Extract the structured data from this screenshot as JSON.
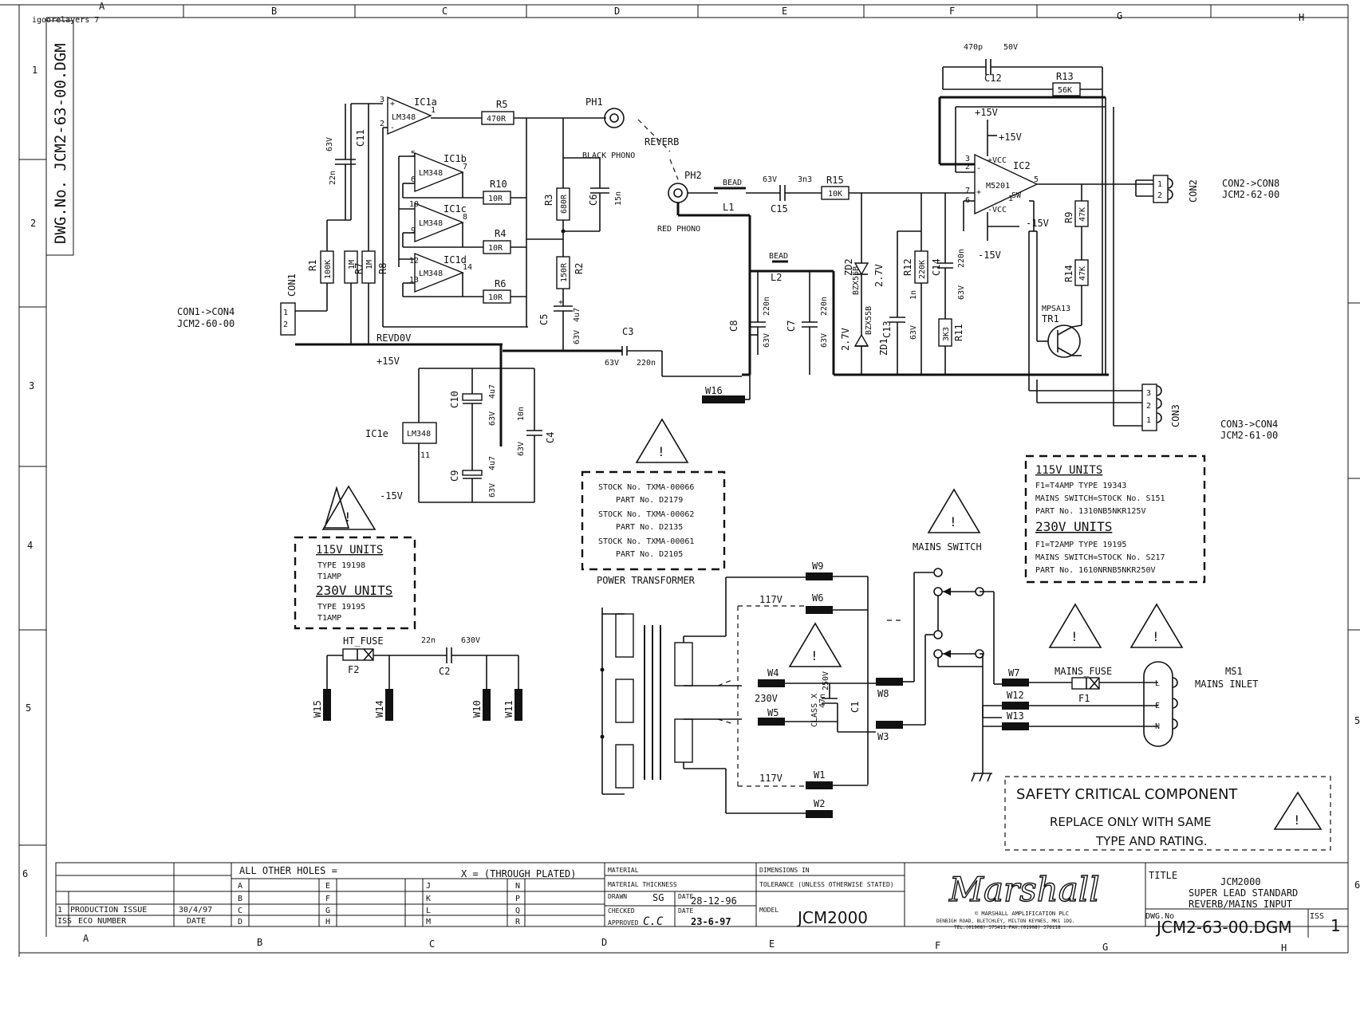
{
  "sheet": {
    "filename_corner": "igoorelayers 7",
    "dwg_no_vertical": "DWG.No. JCM2-63-00.DGM",
    "columns": [
      "A",
      "B",
      "C",
      "D",
      "E",
      "F",
      "G",
      "H"
    ],
    "rows": [
      "1",
      "2",
      "3",
      "4",
      "5",
      "6"
    ]
  },
  "components": {
    "ic1a": "IC1a",
    "ic1b": "IC1b",
    "ic1c": "IC1c",
    "ic1d": "IC1d",
    "ic1e": "IC1e",
    "opamp": "LM348",
    "ic2": "IC2",
    "ic2_part": "M5201",
    "r1": "R1",
    "r1v": "100K",
    "r7": "R7",
    "r7v": "1M",
    "r8": "R8",
    "r8v": "1M",
    "r1m": "1M",
    "r5": "R5",
    "r5v": "470R",
    "r10": "R10",
    "r10v": "10R",
    "r4": "R4",
    "r4v": "10R",
    "r6": "R6",
    "r6v": "10R",
    "r3": "R3",
    "r3v": "680R",
    "r2": "R2",
    "r2v": "150R",
    "r15": "R15",
    "r15v": "10K",
    "r12": "R12",
    "r12v": "220K",
    "r11": "R11",
    "r11v": "3K3",
    "r13": "R13",
    "r13v": "56K",
    "r9": "R9",
    "r9v": "47K",
    "r14": "R14",
    "r14v": "47K",
    "c11": "C11",
    "c11v": "22n",
    "c11r": "63V",
    "c6": "C6",
    "c6v": "15n",
    "c5": "C5",
    "c5v": "4u7",
    "c5r": "63V",
    "c3": "C3",
    "c3r": "63V",
    "c3v": "220n",
    "c15": "C15",
    "c15r": "63V",
    "c15v": "3n3",
    "c8": "C8",
    "c8v": "220n",
    "c8r": "63V",
    "c7": "C7",
    "c7v": "220n",
    "c7r": "63V",
    "c13": "C13",
    "c13v": "1n",
    "c13r": "63V",
    "c14": "C14",
    "c14v": "220n",
    "c14r": "63V",
    "c12": "C12",
    "c12v": "470p",
    "c12r": "50V",
    "c10": "C10",
    "c10v": "4u7",
    "c10r": "63V",
    "c9": "C9",
    "c9v": "4u7",
    "c9r": "63V",
    "c4": "C4",
    "c4v": "10n",
    "c4r": "63V",
    "c2": "C2",
    "c2v": "22n",
    "c2r": "630V",
    "c1": "C1",
    "c1v": "47n",
    "c1r": "250V",
    "c1class": "CLASS X",
    "zd1": "ZD1",
    "zd2": "ZD2",
    "zdtype": "BZX55B",
    "zdv": "2.7V",
    "l1": "L1",
    "l2": "L2",
    "bead": "BEAD",
    "tr1": "TR1",
    "tr1_part": "MPSA13",
    "ph1": "PH1",
    "ph2": "PH2",
    "reverb": "REVERB",
    "black_phono": "BLACK PHONO",
    "red_phono": "RED PHONO",
    "con1": "CON1",
    "con2": "CON2",
    "con3": "CON3",
    "con1_ref": "CON1->CON4",
    "con1_dwg": "JCM2-60-00",
    "con2_ref": "CON2->CON8",
    "con2_dwg": "JCM2-62-00",
    "con3_ref": "CON3->CON4",
    "con3_dwg": "JCM2-61-00",
    "revdov": "REVD0V",
    "p15": "+15V",
    "m15": "-15V",
    "vcc_p": "+VCC",
    "vcc_m": "-VCC",
    "sw": "SW",
    "w16": "W16",
    "w15": "W15",
    "w14": "W14",
    "w10": "W10",
    "w11": "W11",
    "w9": "W9",
    "w6": "W6",
    "w4": "W4",
    "w5": "W5",
    "w1": "W1",
    "w2": "W2",
    "w8": "W8",
    "w3": "W3",
    "w7": "W7",
    "w12": "W12",
    "w13": "W13",
    "v117a": "117V",
    "v117b": "117V",
    "v230": "230V",
    "ht_fuse": "HT_FUSE",
    "f2": "F2",
    "mains_fuse": "MAINS_FUSE",
    "f1": "F1",
    "ms1": "MS1",
    "mains_inlet": "MAINS INLET",
    "mains_switch": "MAINS SWITCH",
    "power_transformer": "POWER TRANSFORMER",
    "pin_l": "L",
    "pin_e": "E",
    "pin_n": "N"
  },
  "notes": {
    "ht_box": {
      "h115": "115V UNITS",
      "type115": "TYPE 19198",
      "amp115": "T1AMP",
      "h230": "230V UNITS",
      "type230": "TYPE 19195",
      "amp230": "T1AMP"
    },
    "stock_box": {
      "s1": "STOCK No. TXMA-00066",
      "p1": "PART No. D2179",
      "s2": "STOCK No. TXMA-00062",
      "p2": "PART No. D2135",
      "s3": "STOCK No. TXMA-00061",
      "p3": "PART No. D2105"
    },
    "mains_box": {
      "h115": "115V UNITS",
      "f115": "F1=T4AMP     TYPE 19343",
      "sw115": "MAINS SWITCH=STOCK No. S151",
      "pn115": "PART No. 1310NB5NKR125V",
      "h230": "230V UNITS",
      "f230": "F1=T2AMP     TYPE 19195",
      "sw230": "MAINS SWITCH=STOCK No. S217",
      "pn230": "PART No. 1610NRNB5NKR250V"
    },
    "safety": {
      "title": "SAFETY CRITICAL COMPONENT",
      "l1": "REPLACE ONLY WITH SAME",
      "l2": "TYPE AND RATING."
    },
    "warning": "!"
  },
  "title_block": {
    "holes": "ALL OTHER HOLES =",
    "through": "X = (THROUGH PLATED)",
    "letters_1": [
      "A",
      "B",
      "C",
      "D"
    ],
    "letters_2": [
      "E",
      "F",
      "G",
      "H"
    ],
    "letters_3": [
      "J",
      "K",
      "L",
      "M"
    ],
    "letters_4": [
      "N",
      "P",
      "Q",
      "R"
    ],
    "iss_num": "1",
    "prod_issue": "PRODUCTION ISSUE",
    "prod_date": "30/4/97",
    "iss_hdr": "ISS",
    "eco_hdr": "ECO NUMBER",
    "date_hdr": "DATE",
    "material": "MATERIAL",
    "thickness": "MATERIAL THICKNESS",
    "drawn": "DRAWN",
    "drawn_by": "SG",
    "date": "DATE",
    "drawn_date": "28-12-96",
    "checked": "CHECKED",
    "approved": "APPROVED",
    "approved_sig": "C.C",
    "approved_date": "23-6-97",
    "dimensions": "DIMENSIONS IN",
    "tolerance": "TOLERANCE (UNLESS OTHERWISE STATED)",
    "model_hdr": "MODEL",
    "model": "JCM2000",
    "brand": "Marshall",
    "company1": "© MARSHALL AMPLIFICATION PLC",
    "company2": "DENBIGH ROAD, BLETCHLEY, MILTON KEYNES, MK1 1DQ.",
    "company3": "TEL:(01908) 375411 FAX:(01908) 376118",
    "title_hdr": "TITLE",
    "title1": "JCM2000",
    "title2": "SUPER LEAD STANDARD",
    "title3": "REVERB/MAINS INPUT",
    "dwg_hdr": "DWG.No",
    "dwg_no": "JCM2-63-00.DGM",
    "iss_label": "ISS",
    "iss_value": "1"
  }
}
